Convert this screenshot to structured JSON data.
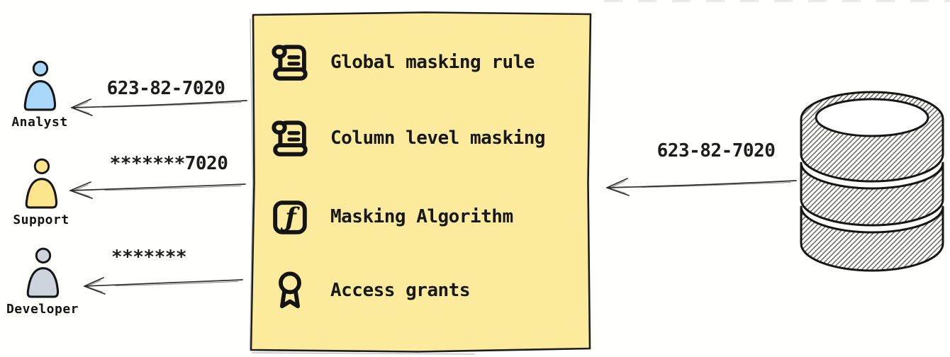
{
  "actors": [
    {
      "name": "Analyst",
      "fill": "#A8D7F9",
      "masked_value": "623-82-7020"
    },
    {
      "name": "Support",
      "fill": "#FAE58C",
      "masked_value": "*******7020"
    },
    {
      "name": "Developer",
      "fill": "#CED4DB",
      "masked_value": "*******"
    }
  ],
  "masking_box": {
    "fill": "#FCEB9D",
    "items": [
      {
        "icon": "scroll-icon",
        "label": "Global masking rule"
      },
      {
        "icon": "scroll-icon",
        "label": "Column level masking"
      },
      {
        "icon": "function-icon",
        "label": "Masking Algorithm"
      },
      {
        "icon": "award-icon",
        "label": "Access grants"
      }
    ]
  },
  "database": {
    "outgoing_value": "623-82-7020"
  }
}
